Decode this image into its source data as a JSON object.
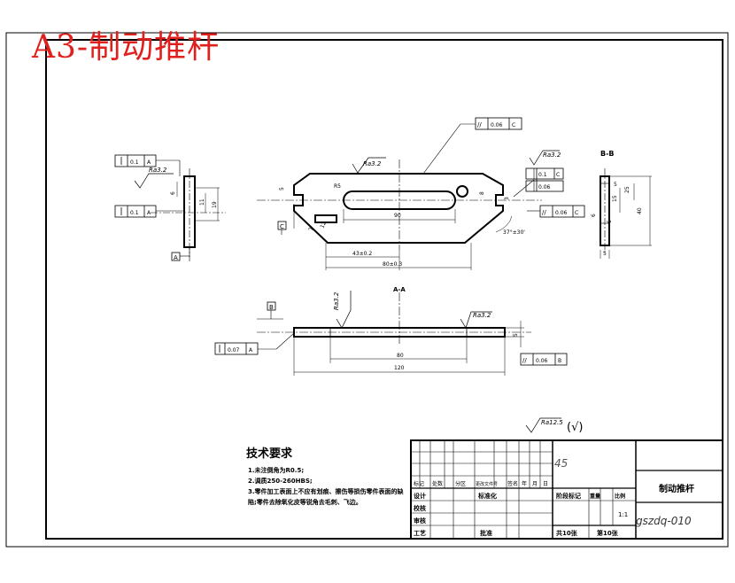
{
  "sheet_title": "A3-制动推杆",
  "technical_requirements": {
    "heading": "技术要求",
    "lines": [
      "1.未注倒角为R0.5;",
      "2.调质250-260HBS;",
      "3.零件加工表面上不应有划痕、擦伤等损伤零件表面的缺",
      "陷;零件去除氧化皮等锐角去毛刺、飞边。"
    ]
  },
  "default_roughness": {
    "value": "Ra12.5",
    "paren": "(√)"
  },
  "title_block": {
    "part_name": "制动推杆",
    "material": "45",
    "drawing_no": "gszdq-010",
    "scale": "1:1",
    "sheets_total": "共10张",
    "sheet_no": "第10张",
    "stage_label": "阶段标记",
    "weight_label": "重量",
    "scale_label": "比例",
    "rev_headers": [
      "标记",
      "处数",
      "分区",
      "更改文件号",
      "签名",
      "年",
      "月",
      "日"
    ],
    "roles": [
      "设计",
      "审核",
      "工艺"
    ],
    "std_label": "标准化",
    "check_label": "校核",
    "approve_label": "批准"
  },
  "main_view": {
    "dims": {
      "d90": "90",
      "d43": "43±0.2",
      "d80": "80±0.3",
      "r5": "R5",
      "d12": "12",
      "d5a": "5",
      "d3": "3",
      "d8": "8",
      "d2": "2",
      "angle": "37°±30'"
    },
    "roughness": "Ra3.2",
    "tolerance_top": {
      "symbol": "//",
      "value": "0.06",
      "datum": "C"
    },
    "tolerance_right": {
      "symbol": "//",
      "value": "0.06",
      "datum": "C"
    },
    "tolerance_stack": {
      "row1_value": "0.1",
      "row1_datum": "C",
      "row2_value": "0.06"
    },
    "right_roughness": "Ra3.2",
    "datum_c": "C"
  },
  "left_view": {
    "tol_top": {
      "value": "0.1",
      "datum": "A"
    },
    "tol_bottom": {
      "value": "0.1",
      "datum": "A"
    },
    "roughness": "Ra3.2",
    "dims": {
      "d6": "6",
      "d11": "11",
      "d19": "19"
    },
    "datum_a": "A"
  },
  "section_bb": {
    "label": "B-B",
    "dims": {
      "d40": "40",
      "d25": "25",
      "d15": "15",
      "d5": "5",
      "d6": "6",
      "d6b": "6",
      "d5b": "5"
    }
  },
  "section_aa": {
    "label": "A-A",
    "dims": {
      "d80": "80",
      "d120": "120",
      "d5": "5"
    },
    "roughness_1": "Ra3.2",
    "roughness_2": "Ra3.2",
    "tol_left": {
      "value": "0.07",
      "datum": "A"
    },
    "tol_right": {
      "symbol": "//",
      "value": "0.06",
      "datum": "B"
    },
    "datum_b": "B"
  }
}
